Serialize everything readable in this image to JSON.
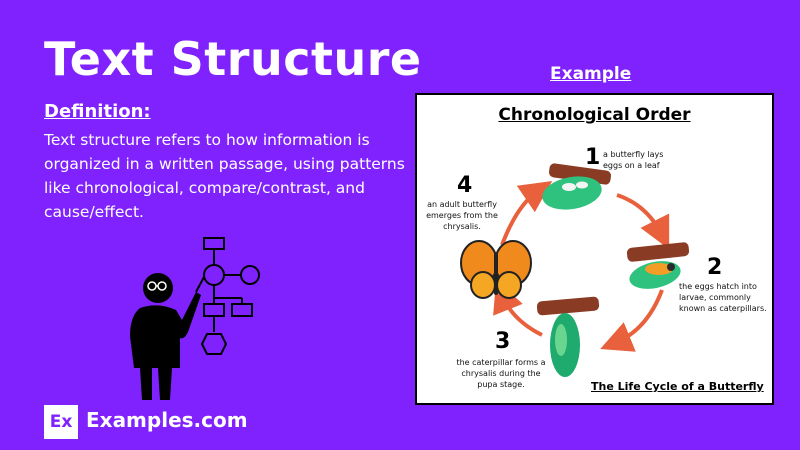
{
  "page": {
    "title": "Text Structure",
    "definition_heading": "Definition:",
    "definition_text": "Text structure refers to how information is organized in a written passage, using patterns like chronological, compare/contrast, and cause/effect.",
    "example_heading": "Example"
  },
  "figure": {
    "title": "Chronological Order",
    "caption": "The Life Cycle of a Butterfly",
    "steps": [
      {
        "number": "1",
        "text": "a butterfly lays eggs on a leaf"
      },
      {
        "number": "2",
        "text": "the eggs hatch into larvae, commonly known as caterpillars."
      },
      {
        "number": "3",
        "text": "the caterpillar forms a chrysalis during the pupa stage."
      },
      {
        "number": "4",
        "text": "an adult butterfly emerges from the chrysalis."
      }
    ],
    "icons": [
      "leaf-with-eggs-icon",
      "caterpillar-icon",
      "chrysalis-icon",
      "butterfly-icon"
    ],
    "arrow_color": "#e8613c"
  },
  "footer": {
    "logo_badge": "Ex",
    "logo_text": "Examples.com"
  },
  "colors": {
    "background": "#7f22fd",
    "text": "#ffffff"
  }
}
